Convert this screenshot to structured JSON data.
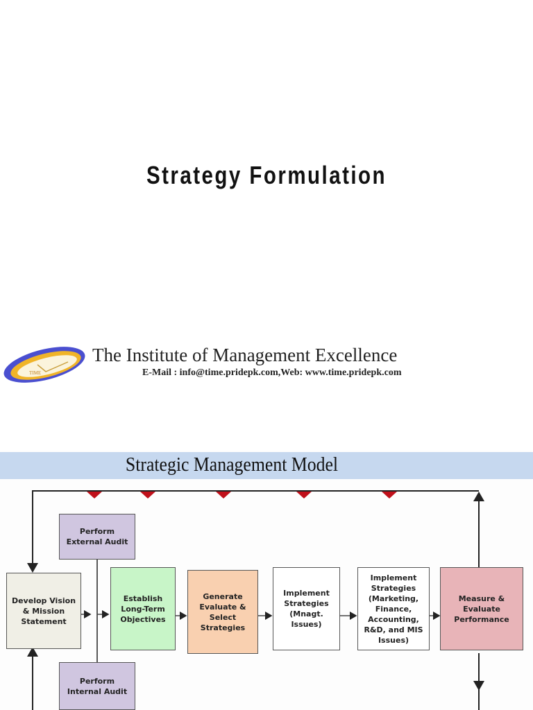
{
  "slide1": {
    "title": "Strategy Formulation",
    "logo": {
      "icon": "time-clock-logo-icon",
      "text": "TIME",
      "colors": {
        "outer": "#4a4fd0",
        "inner": "#f0b428"
      }
    },
    "institute_name": "The Institute of Management Excellence",
    "contact": "E-Mail : info@time.pridepk.com,Web: www.time.pridepk.com"
  },
  "slide2": {
    "band_color": "#c6d8ef",
    "title": "Strategic Management Model",
    "feedback_markers": 5,
    "marker_color": "#c0101a",
    "boxes": [
      {
        "id": "external-audit",
        "label": "Perform\nExternal Audit",
        "color": "#d0c6e0"
      },
      {
        "id": "vision-mission",
        "label": "Develop Vision\n& Mission\nStatement",
        "color": "#f0efe6"
      },
      {
        "id": "long-term-objectives",
        "label": "Establish\nLong-Term\nObjectives",
        "color": "#c8f5c8"
      },
      {
        "id": "generate-strategies",
        "label": "Generate\nEvaluate &\nSelect\nStrategies",
        "color": "#f9d0b0"
      },
      {
        "id": "implement-mgmt",
        "label": "Implement\nStrategies\n(Mnagt.\nIssues)",
        "color": "#ffffff"
      },
      {
        "id": "implement-functional",
        "label": "Implement\nStrategies\n(Marketing,\nFinance,\nAccounting,\nR&D, and MIS\nIssues)",
        "color": "#ffffff"
      },
      {
        "id": "measure-evaluate",
        "label": "Measure &\nEvaluate\nPerformance",
        "color": "#e8b4b8"
      },
      {
        "id": "internal-audit",
        "label": "Perform\nInternal Audit",
        "color": "#d0c6e0"
      }
    ]
  }
}
